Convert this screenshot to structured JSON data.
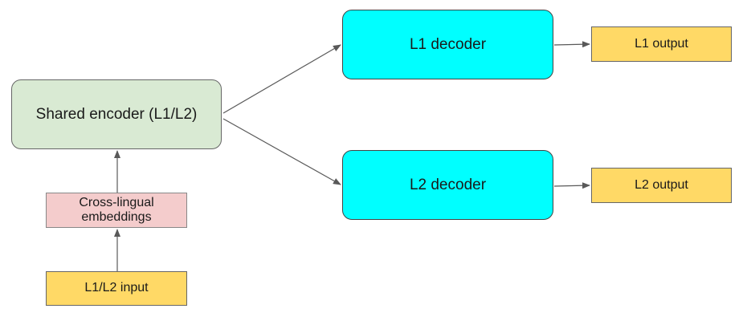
{
  "diagram": {
    "nodes": {
      "input": {
        "label": "L1/L2 input",
        "color": "#ffd966"
      },
      "embeddings": {
        "label": "Cross-lingual embeddings",
        "color": "#f4cccc"
      },
      "encoder": {
        "label": "Shared encoder (L1/L2)",
        "color": "#d9ead3"
      },
      "decoder_l1": {
        "label": "L1 decoder",
        "color": "#00ffff"
      },
      "decoder_l2": {
        "label": "L2 decoder",
        "color": "#00ffff"
      },
      "output_l1": {
        "label": "L1 output",
        "color": "#ffd966"
      },
      "output_l2": {
        "label": "L2 output",
        "color": "#ffd966"
      }
    },
    "edges": [
      {
        "from": "input",
        "to": "embeddings"
      },
      {
        "from": "embeddings",
        "to": "encoder"
      },
      {
        "from": "encoder",
        "to": "decoder_l1"
      },
      {
        "from": "encoder",
        "to": "decoder_l2"
      },
      {
        "from": "decoder_l1",
        "to": "output_l1"
      },
      {
        "from": "decoder_l2",
        "to": "output_l2"
      }
    ]
  }
}
